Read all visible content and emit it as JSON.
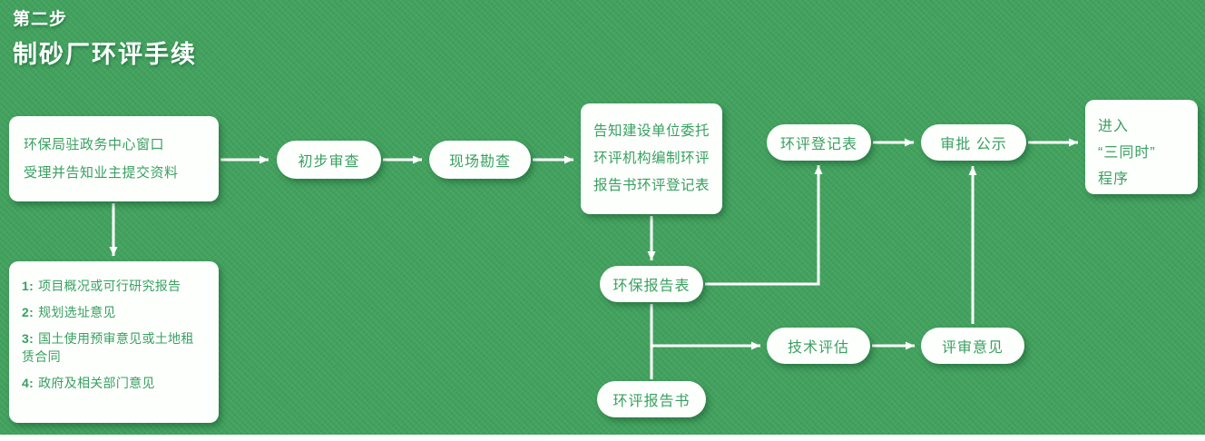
{
  "header": {
    "step": "第二步",
    "title": "制砂厂环评手续"
  },
  "nodes": {
    "window": {
      "lines": [
        "环保局驻政务中心窗口",
        "受理并告知业主提交资料"
      ]
    },
    "preliminary_review": {
      "label": "初步审查"
    },
    "site_survey": {
      "label": "现场勘查"
    },
    "notify": {
      "lines": [
        "告知建设单位委托",
        "环评机构编制环评",
        "报告书环评登记表"
      ]
    },
    "registration_form": {
      "label": "环评登记表"
    },
    "approval_publicity": {
      "label": "审批 公示"
    },
    "three_simultaneous": {
      "lines": [
        "进入",
        "“三同时”",
        "程序"
      ]
    },
    "ep_report_form": {
      "label": "环保报告表"
    },
    "materials": {
      "items": [
        {
          "num": "1:",
          "text": "项目概况或可行研究报告"
        },
        {
          "num": "2:",
          "text": "规划选址意见"
        },
        {
          "num": "3:",
          "text": "国土使用预审意见或土地租赁合同"
        },
        {
          "num": "4:",
          "text": "政府及相关部门意见"
        }
      ]
    },
    "technical_evaluation": {
      "label": "技术评估"
    },
    "review_opinion": {
      "label": "评审意见"
    },
    "eia_report_book": {
      "label": "环评报告书"
    }
  },
  "colors": {
    "background": "#41a15d",
    "node_background": "#fdfffd",
    "node_text": "#3aa061",
    "arrow": "#ffffff",
    "title_text": "#ffffff"
  }
}
